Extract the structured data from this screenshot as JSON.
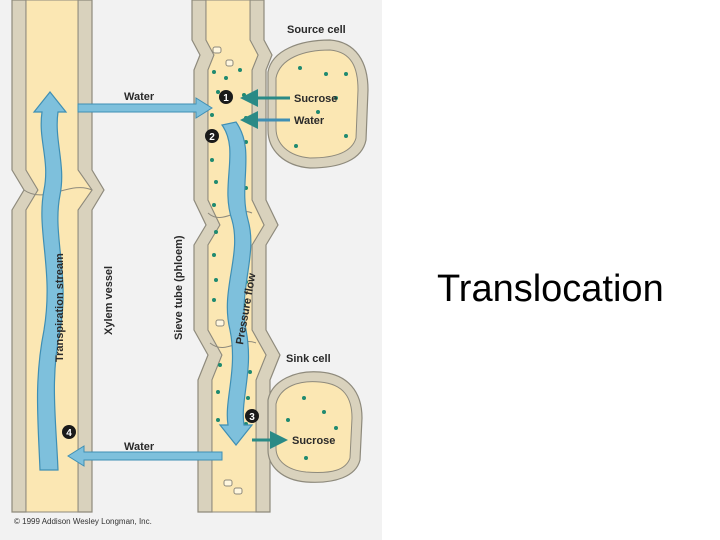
{
  "slide": {
    "title": "Translocation"
  },
  "diagram": {
    "labels": {
      "source_cell": "Source cell",
      "sink_cell": "Sink cell",
      "sucrose_in": "Sucrose",
      "water_in": "Water",
      "water_top": "Water",
      "water_bottom": "Water",
      "sucrose_out": "Sucrose",
      "transpiration_stream": "Transpiration stream",
      "pressure_flow": "Pressure flow",
      "xylem_vessel": "Xylem vessel",
      "sieve_tube": "Sieve tube (phloem)",
      "copyright": "© 1999 Addison Wesley Longman, Inc."
    },
    "steps": [
      "1",
      "2",
      "3",
      "4"
    ],
    "colors": {
      "panel_bg": "#f2f2f2",
      "cell_fill": "#fbe7b3",
      "cell_wall": "#cfc6ae",
      "cell_outline": "#8e8a7c",
      "arrow_fill": "#7ec0dc",
      "arrow_stroke": "#3f8fb4",
      "teal_arrow": "#2a8a86",
      "dot": "#1f8a70"
    }
  }
}
